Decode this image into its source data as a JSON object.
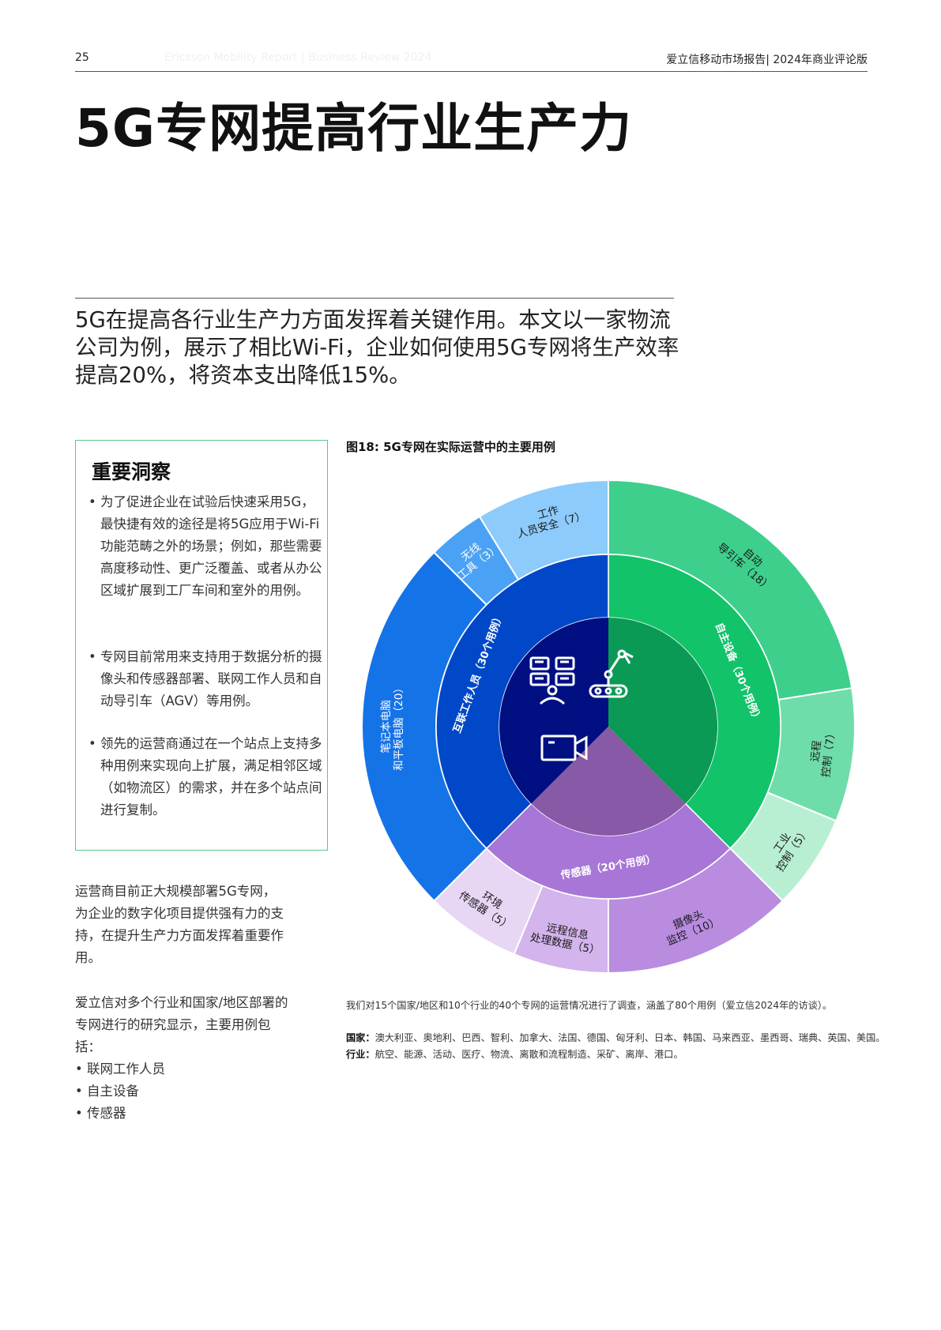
{
  "header": {
    "page_number": "25",
    "watermark": "Ericsson Mobility Report | Business Review 2024",
    "right": "爱立信移动市场报告| 2024年商业评论版"
  },
  "title": "5G专网提高行业生产力",
  "intro": "5G在提高各行业生产力方面发挥着关键作用。本文以一家物流公司为例，展示了相比Wi-Fi，企业如何使用5G专网将生产效率提高20%，将资本支出降低15%。",
  "insights": {
    "title": "重要洞察",
    "items": [
      "为了促进企业在试验后快速采用5G，最快捷有效的途径是将5G应用于Wi-Fi功能范畴之外的场景；例如，那些需要高度移动性、更广泛覆盖、或者从办公区域扩展到工厂车间和室外的用例。",
      "专网目前常用来支持用于数据分析的摄像头和传感器部署、联网工作人员和自动导引车（AGV）等用例。",
      "领先的运营商通过在一个站点上支持多种用例来实现向上扩展，满足相邻区域（如物流区）的需求，并在多个站点间进行复制。"
    ]
  },
  "body": {
    "para1": "运营商目前正大规模部署5G专网，为企业的数字化项目提供强有力的支持，在提升生产力方面发挥着重要作用。",
    "para2": "爱立信对多个行业和国家/地区部署的专网进行的研究显示，主要用例包括：",
    "cases": [
      "联网工作人员",
      "自主设备",
      "传感器"
    ]
  },
  "figure": {
    "caption": "图18: 5G专网在实际运营中的主要用例",
    "note": "我们对15个国家/地区和10个行业的40个专网的运营情况进行了调查，涵盖了80个用例（爱立信2024年的访谈）。",
    "countries_label": "国家：",
    "countries": "澳大利亚、奥地利、巴西、智利、加拿大、法国、德国、匈牙利、日本、韩国、马来西亚、墨西哥、瑞典、英国、美国。",
    "industries_label": "行业：",
    "industries": "航空、能源、活动、医疗、物流、离散和流程制造、采矿、离岸、港口。"
  },
  "chart_data": {
    "type": "sunburst",
    "total": 80,
    "inner": [
      {
        "name": "互联工作人员（30个用例）",
        "value": 30,
        "color": "#0048c8",
        "icon": "connected-worker-icon"
      },
      {
        "name": "自主设备（30个用例）",
        "value": 30,
        "color": "#12c36a",
        "icon": "robot-arm-icon"
      },
      {
        "name": "传感器（20个用例）",
        "value": 20,
        "color": "#a776d6",
        "icon": "camera-icon"
      }
    ],
    "center_colors": [
      "#000f82",
      "#0a9a55",
      "#8859a6"
    ],
    "outer": [
      {
        "parent": "自主设备（30个用例）",
        "lines": [
          "自动",
          "导引车（18）"
        ],
        "value": 18,
        "color": "#3ecf8c"
      },
      {
        "parent": "自主设备（30个用例）",
        "lines": [
          "远程",
          "控制（7）"
        ],
        "value": 7,
        "color": "#6fdda9"
      },
      {
        "parent": "自主设备（30个用例）",
        "lines": [
          "工业",
          "控制（5）"
        ],
        "value": 5,
        "color": "#b8efd2"
      },
      {
        "parent": "传感器（20个用例）",
        "lines": [
          "摄像头",
          "监控（10）"
        ],
        "value": 10,
        "color": "#b98ce0"
      },
      {
        "parent": "传感器（20个用例）",
        "lines": [
          "远程信息",
          "处理数据（5）"
        ],
        "value": 5,
        "color": "#d3b4ec"
      },
      {
        "parent": "传感器（20个用例）",
        "lines": [
          "环境",
          "传感器（5）"
        ],
        "value": 5,
        "color": "#e7d6f4"
      },
      {
        "parent": "互联工作人员（30个用例）",
        "lines": [
          "笔记本电脑",
          "和平板电脑（20）"
        ],
        "value": 20,
        "color": "#1573e8"
      },
      {
        "parent": "互联工作人员（30个用例）",
        "lines": [
          "无线",
          "工具（3）"
        ],
        "value": 3,
        "color": "#4ba2f5"
      },
      {
        "parent": "互联工作人员（30个用例）",
        "lines": [
          "工作",
          "人员安全（7）"
        ],
        "value": 7,
        "color": "#8ccbfb"
      }
    ]
  }
}
